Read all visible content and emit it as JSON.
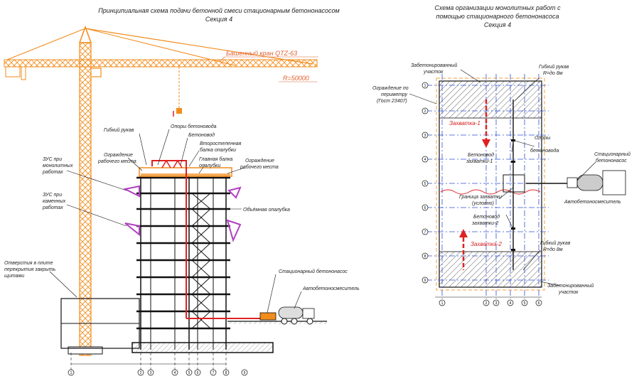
{
  "left": {
    "title": "Принципиальная схема подачи бетонной смеси стационарным бетононасосом",
    "subtitle": "Секция 4",
    "crane_label": "Башенный кран QTZ-63",
    "radius_label": "R=50000",
    "labels": {
      "flex_hose": "Гибкий рукав",
      "pipe_supports": "Опоры бетоновода",
      "concrete_pipe": "Бетоновод",
      "secondary_beam_1": "Второстепенная",
      "secondary_beam_2": "балка опалубки",
      "main_beam_1": "Главная балка",
      "main_beam_2": "опалубки",
      "fence_left_1": "Ограждение",
      "fence_left_2": "рабочего места",
      "fence_right_1": "Ограждение",
      "fence_right_2": "рабочего места",
      "zus_mono_1": "ЗУС при",
      "zus_mono_2": "монолитных",
      "zus_mono_3": "работах",
      "zus_stone_1": "ЗУС при",
      "zus_stone_2": "каменных",
      "zus_stone_3": "работах",
      "volume_formwork": "Объёмная опалубка",
      "holes_1": "Отверстия в плите",
      "holes_2": "перекрытия закрыть",
      "holes_3": "щитами",
      "stationary_pump": "Стационарный бетононасос",
      "mixer": "Автобетоносмеситель"
    },
    "axis_numbers": [
      "1",
      "2",
      "3",
      "4",
      "5",
      "6",
      "7",
      "8",
      "9"
    ]
  },
  "right": {
    "title_1": "Схема организации монолитных работ с",
    "title_2": "помощью стационарного бетононасоса",
    "title_3": "Секция 4",
    "labels": {
      "concreted_top_1": "Забетонированный",
      "concreted_top_2": "участок",
      "perimeter_1": "Ограждение по",
      "perimeter_2": "периметру",
      "perimeter_3": "(Гост 23407)",
      "hose_top_1": "Гибкий рукав",
      "hose_top_2": "R=до 8м",
      "grip1": "Захватка-1",
      "pipe_grip1_1": "Бетоновод",
      "pipe_grip1_2": "захватки-1",
      "supports_1": "Опоры",
      "supports_2": "бетоновода",
      "pump_1": "Стационарный",
      "pump_2": "бетононасос",
      "mixer": "Автобетоносмеситель",
      "boundary_1": "Граница захватки",
      "boundary_2": "(условно)",
      "pipe_grip2_1": "Бетоновод",
      "pipe_grip2_2": "захватки-2",
      "grip2": "Захватка-2",
      "hose_bottom_1": "Гибкий рукав",
      "hose_bottom_2": "R=до 8м",
      "concreted_bottom_1": "Забетонированный",
      "concreted_bottom_2": "участок"
    },
    "row_letters": [
      "1",
      "2",
      "3",
      "4",
      "5",
      "6",
      "7",
      "8",
      "9"
    ],
    "col_numbers": [
      "1",
      "2",
      "3",
      "4",
      "5",
      "6"
    ]
  },
  "colors": {
    "crane": "#f28c1c",
    "pipe": "#e02020",
    "formwork": "#b040c0",
    "grid": "#3050d0",
    "structure": "#111111"
  }
}
